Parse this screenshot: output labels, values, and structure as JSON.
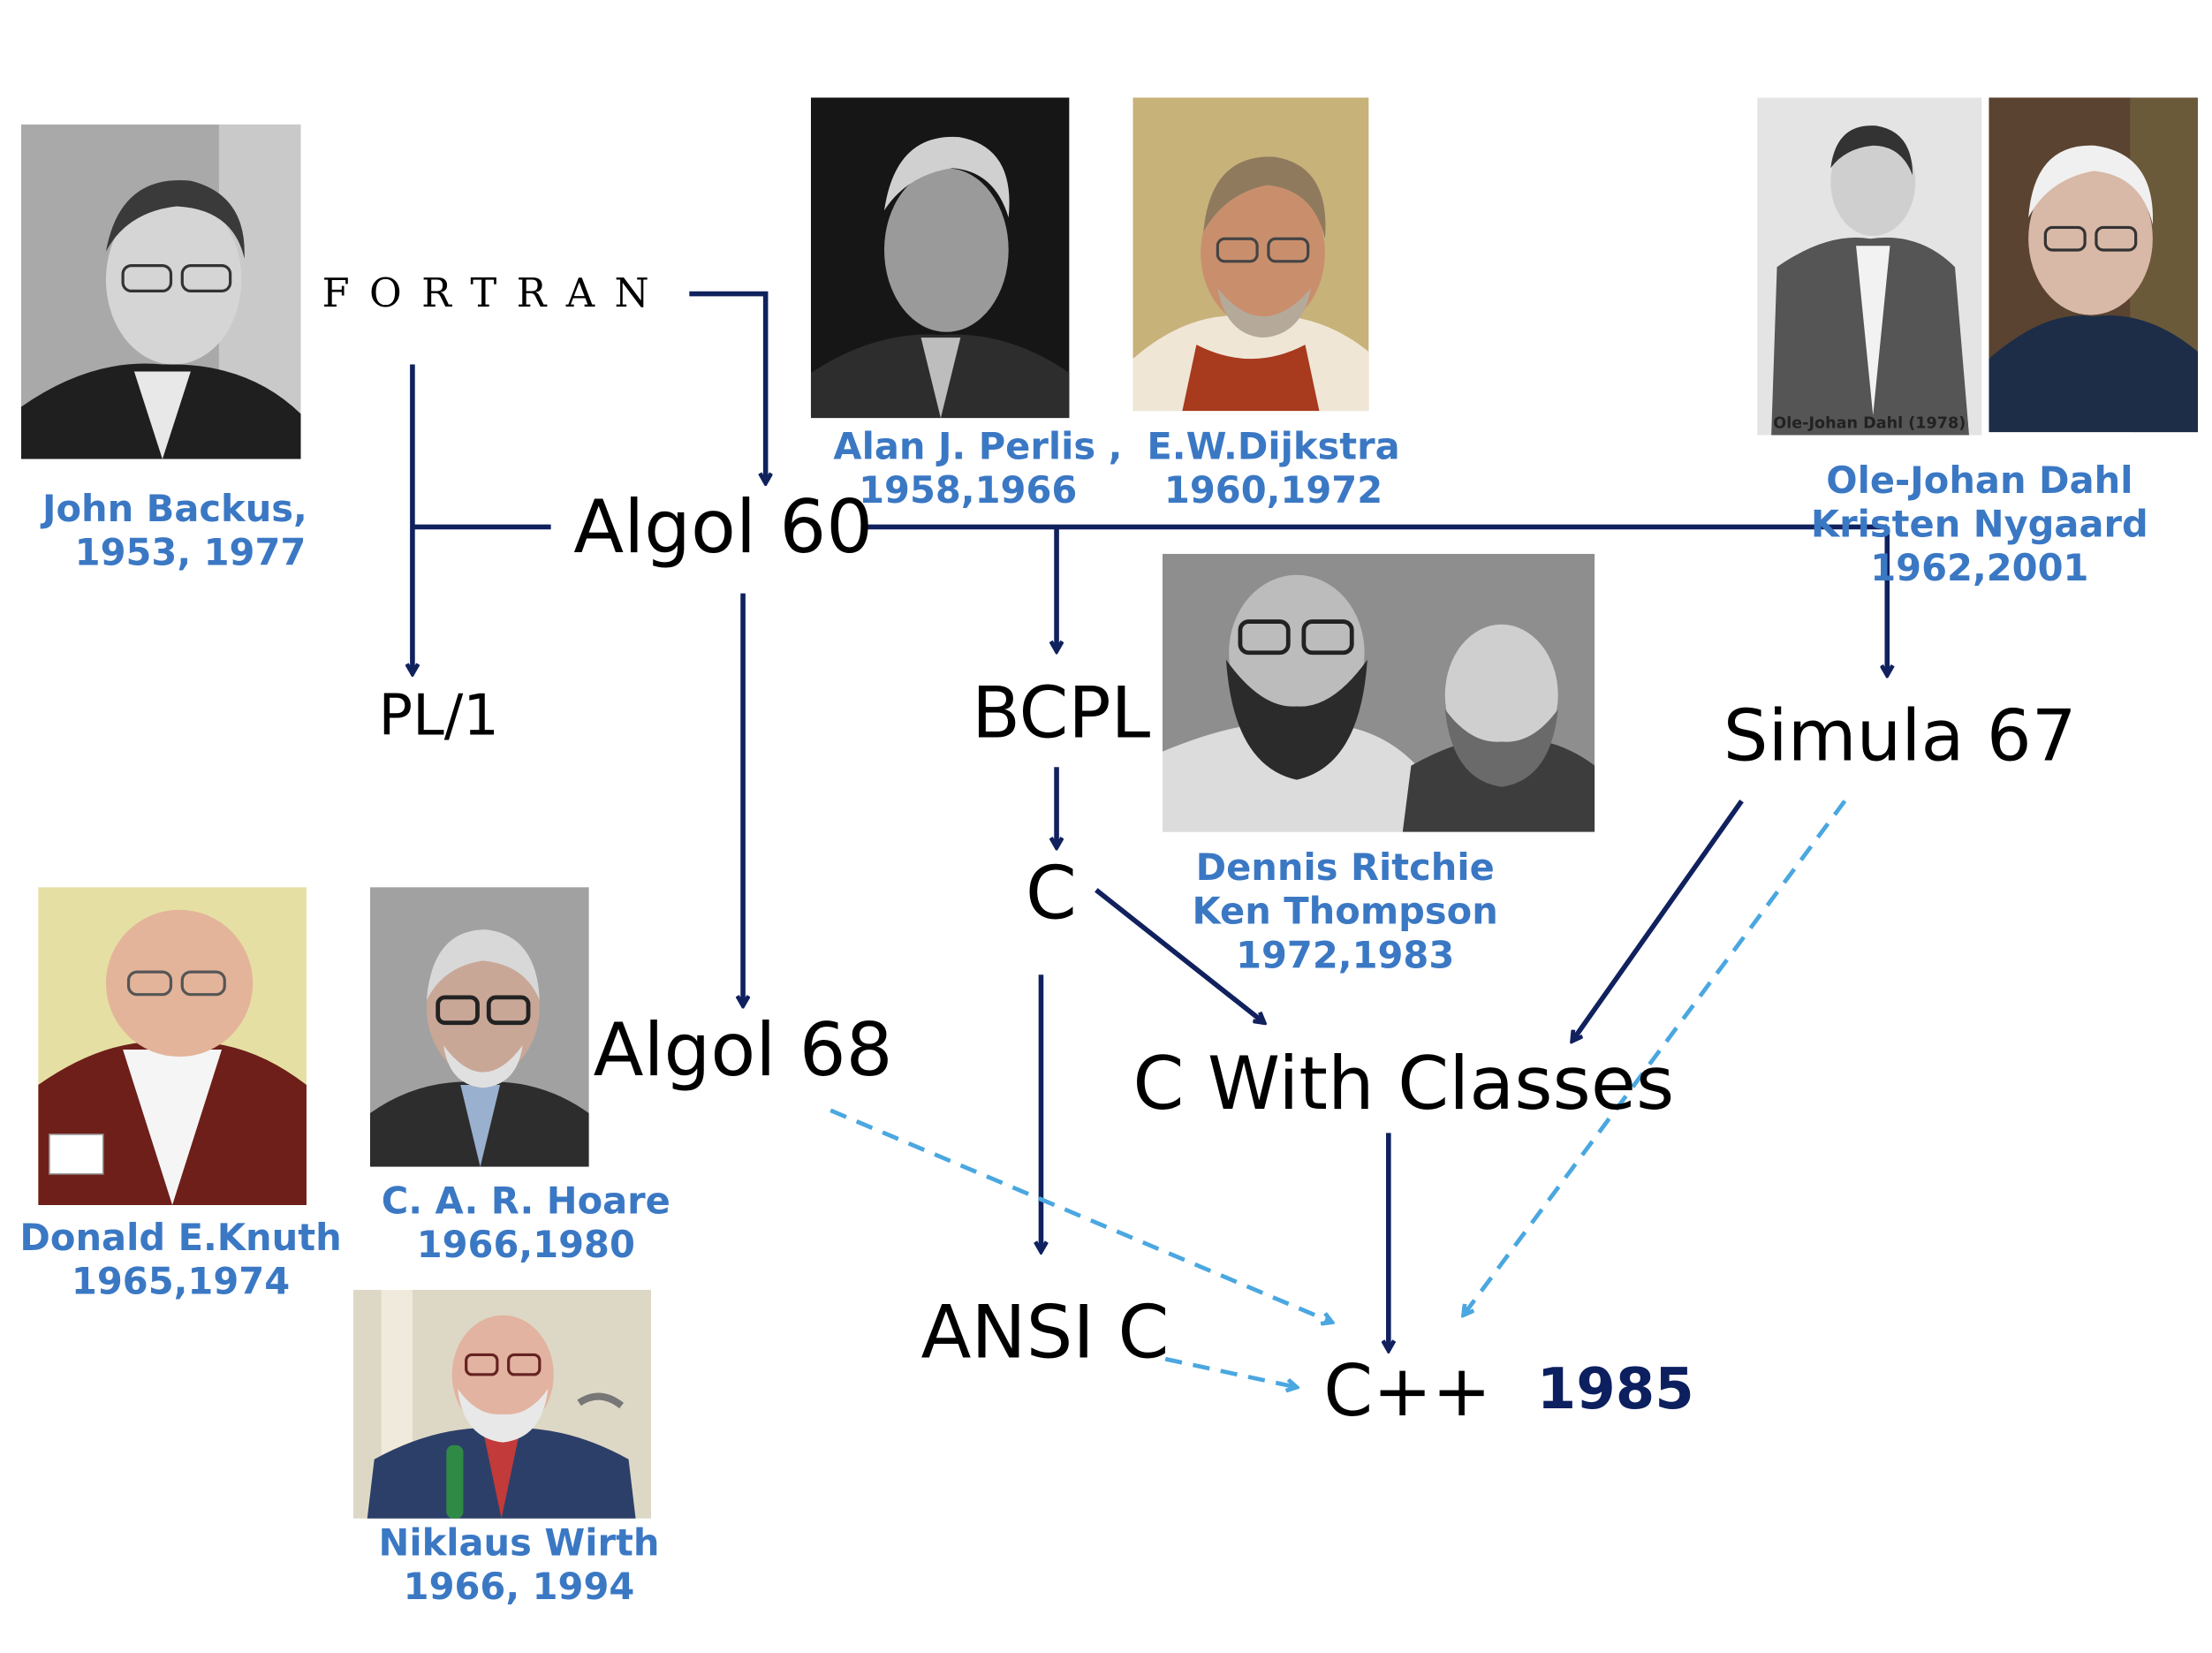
{
  "languages": {
    "fortran": "FORTRAN",
    "algol60": "Algol 60",
    "pl1": "PL/1",
    "bcpl": "BCPL",
    "simula67": "Simula 67",
    "c": "C",
    "algol68": "Algol 68",
    "c_with_classes": "C With Classes",
    "ansi_c": "ANSI C",
    "cpp": "C++"
  },
  "cpp_year": "1985",
  "people": {
    "backus": {
      "name": "John Backus,",
      "years": "1953, 1977"
    },
    "perlis": {
      "name": "Alan J.  Perlis ,",
      "years": "1958,1966"
    },
    "dijkstra": {
      "name": "E.W.Dijkstra",
      "years": "1960,1972"
    },
    "dahl_nygaard": {
      "name1": "Ole-Johan Dahl",
      "name2": "Kristen Nygaard",
      "years": "1962,2001"
    },
    "ritchie_thompson": {
      "name1": "Dennis Ritchie",
      "name2": "Ken Thompson",
      "years": "1972,1983"
    },
    "knuth": {
      "name": "Donald E.Knuth",
      "years": "1965,1974"
    },
    "hoare": {
      "name": "C. A. R. Hoare",
      "years": "1966,1980"
    },
    "wirth": {
      "name": "Niklaus Wirth",
      "years": "1966, 1994"
    }
  },
  "photo_labels": {
    "dahl": "Ole-Johan Dahl (1978)"
  },
  "colors": {
    "solid_arrow": "#10215e",
    "dashed_arrow": "#4aa7e0",
    "caption": "#3b78c4"
  }
}
